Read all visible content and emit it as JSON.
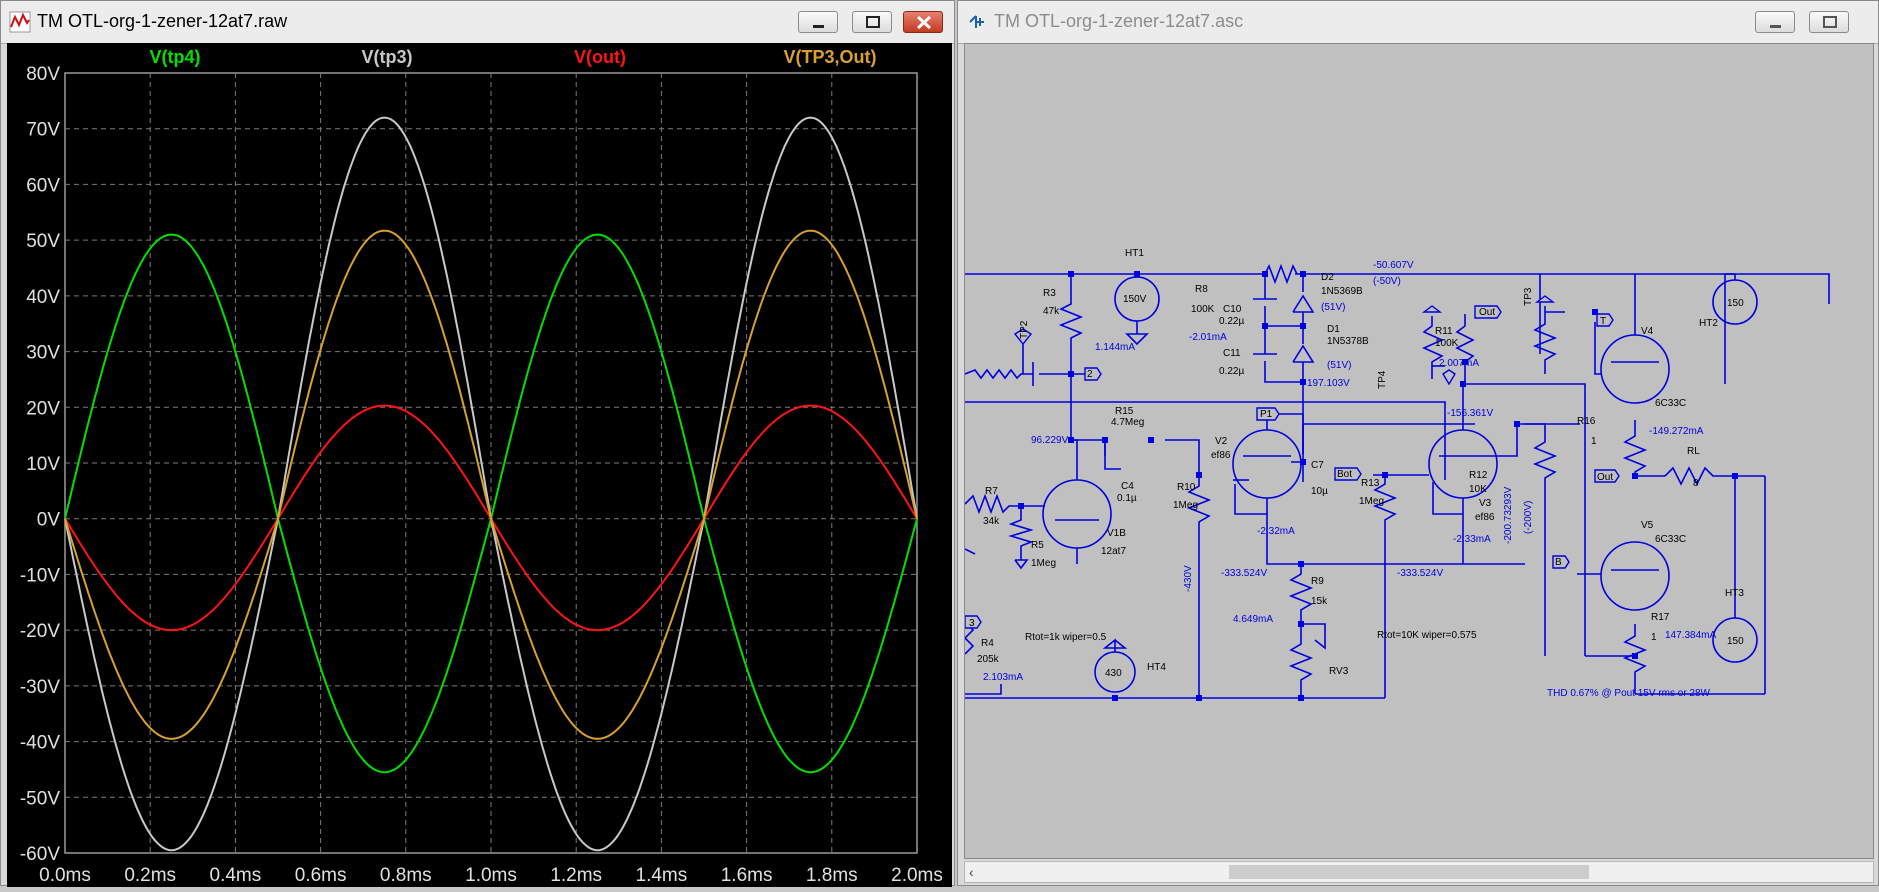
{
  "waveform_window": {
    "title": "TM OTL-org-1-zener-12at7.raw",
    "icon": "waveform-icon"
  },
  "schematic_window": {
    "title": "TM OTL-org-1-zener-12at7.asc",
    "icon": "ltspice-icon"
  },
  "chart_data": {
    "type": "line",
    "xlabel": "",
    "ylabel": "",
    "xlim": [
      0,
      2.0
    ],
    "ylim": [
      -60,
      80
    ],
    "grid": true,
    "x_ticks": [
      "0.0ms",
      "0.2ms",
      "0.4ms",
      "0.6ms",
      "0.8ms",
      "1.0ms",
      "1.2ms",
      "1.4ms",
      "1.6ms",
      "1.8ms",
      "2.0ms"
    ],
    "y_ticks": [
      "80V",
      "70V",
      "60V",
      "50V",
      "40V",
      "30V",
      "20V",
      "10V",
      "0V",
      "-10V",
      "-20V",
      "-30V",
      "-40V",
      "-50V",
      "-60V"
    ],
    "series": [
      {
        "name": "V(tp4)",
        "color": "#00e000",
        "x": [
          0,
          0.25,
          0.5,
          0.75,
          1.0,
          1.25,
          1.5,
          1.75,
          2.0
        ],
        "values": [
          0,
          51,
          0,
          -45.5,
          0,
          51,
          0,
          -45.5,
          0
        ]
      },
      {
        "name": "V(tp3)",
        "color": "#c8c8c8",
        "x": [
          0,
          0.25,
          0.5,
          0.75,
          1.0,
          1.25,
          1.5,
          1.75,
          2.0
        ],
        "values": [
          0,
          -59.5,
          0,
          72,
          0,
          -59.5,
          0,
          72,
          0
        ]
      },
      {
        "name": "V(out)",
        "color": "#ff1414",
        "x": [
          0,
          0.25,
          0.5,
          0.75,
          1.0,
          1.25,
          1.5,
          1.75,
          2.0
        ],
        "values": [
          0,
          -20,
          0,
          20.3,
          0,
          -20,
          0,
          20.3,
          0
        ]
      },
      {
        "name": "V(TP3,Out)",
        "color": "#d9a030",
        "x": [
          0,
          0.25,
          0.5,
          0.75,
          1.0,
          1.25,
          1.5,
          1.75,
          2.0
        ],
        "values": [
          0,
          -39.5,
          0,
          51.7,
          0,
          -39.5,
          0,
          51.7,
          0
        ]
      }
    ]
  },
  "schematic": {
    "labels": {
      "ht1": "HT1",
      "ht1_v": "150V",
      "ht1_i": "1.144mA",
      "r8": "R8",
      "r8_v": "100K",
      "c10": "C10",
      "c10_v": "0.22µ",
      "c10_i": "-2.01mA",
      "c11": "C11",
      "c11_v": "0.22µ",
      "d2": "D2",
      "d2_v": "1N5369B",
      "d2_z": "(51V)",
      "d1": "D1",
      "d1_v": "1N5378B",
      "d1_z": "(51V)",
      "node_197": "197.103V",
      "r3": "R3",
      "r3_v": "47k",
      "tp2": "TP2",
      "lbl2": "2",
      "node_96": "96.229V",
      "r15": "R15",
      "r15_v": "4.7Meg",
      "c4": "C4",
      "c4_v": "0.1µ",
      "r7": "R7",
      "r7_v": "34k",
      "r5": "R5",
      "r5_v": "1Meg",
      "v1b": "V1B",
      "v1b_v": "12at7",
      "r10": "R10",
      "r10_v": "1Meg",
      "v2": "V2",
      "v2_v": "ef86",
      "p1": "P1",
      "c7": "C7",
      "c7_v": "10µ",
      "bot": "Bot",
      "r13": "R13",
      "r13_v": "1Meg",
      "v3": "V3",
      "v3_v": "ef86",
      "i_232": "-2.32mA",
      "i_233": "-2.33mA",
      "node_333a": "-333.524V",
      "node_333b": "-333.524V",
      "r9": "R9",
      "r9_v": "15k",
      "i_4649": "4.649mA",
      "rv3": "RV3",
      "v430": "-430V",
      "r4": "R4",
      "r4_v": "205k",
      "i_2103": "2.103mA",
      "lbl3": "3",
      "rtot1": "Rtot=1k wiper=0.5",
      "ht4": "HT4",
      "ht4_v": "430",
      "rtot10": "Rtot=10K wiper=0.575",
      "node_50": "-50.607V",
      "node_50b": "(-50V)",
      "out": "Out",
      "r11": "R11",
      "r11_v": "100K",
      "i_2007": "2.007mA",
      "tp4": "TP4",
      "node_156": "-156.361V",
      "r12": "R12",
      "r12_v": "10K",
      "node_200": "-200.73293V",
      "node_200b": "(-200V)",
      "tp3": "TP3",
      "lblT": "T",
      "v4": "V4",
      "v4_v": "6C33C",
      "r16": "R16",
      "r16_v": "1",
      "i_149": "-149.272mA",
      "rl": "RL",
      "rl_v": "8",
      "v5": "V5",
      "v5_v": "6C33C",
      "lblB": "B",
      "r17": "R17",
      "r17_v": "1",
      "i_147": "147.384mA",
      "ht2": "HT2",
      "ht2_v": "150",
      "ht3": "HT3",
      "ht3_v": "150",
      "thd": "THD 0.67% @ Pout 15V rms or 28W"
    }
  }
}
